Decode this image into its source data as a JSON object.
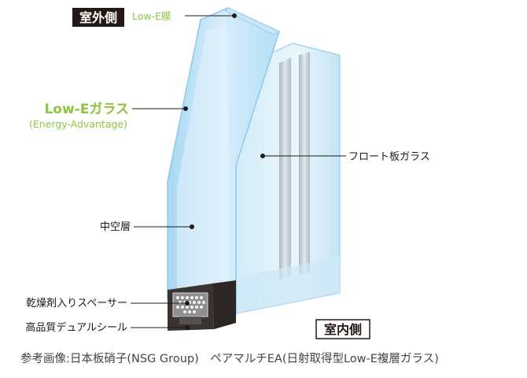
{
  "labels": {
    "outdoor": "室外側",
    "indoor": "室内側",
    "lowe_film": "Low-E膜",
    "lowe_glass": "Low-Eガラス",
    "lowe_glass_sub": "(Energy-Advantage)",
    "float_glass": "フロート板ガラス",
    "air_layer": "中空層",
    "spacer": "乾燥剤入りスペーサー",
    "seal": "高品質デュアルシール"
  },
  "caption": "参考画像:日本板硝子(NSG Group)　ペアマルチEA(日射取得型Low-E複層ガラス)",
  "colors": {
    "green_label": "#8cc63f",
    "dark_tag": "#231815",
    "glass_blue": "#bfe3f5",
    "glass_edge": "#8fc9ea",
    "spacer_dark": "#3a3330"
  }
}
